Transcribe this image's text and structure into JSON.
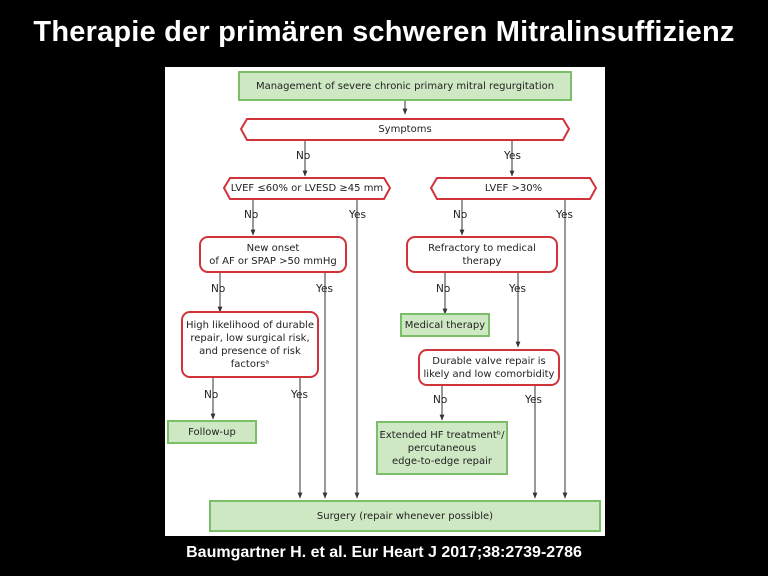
{
  "slide": {
    "title": "Therapie der primären schweren Mitralinsuffizienz",
    "citation": "Baumgartner H. et al. Eur Heart J 2017;38:2739-2786"
  },
  "colors": {
    "green_fill": "#cfe8c4",
    "green_border": "#7cbf6a",
    "red_border": "#d0343a"
  },
  "nodes": {
    "root": "Management of severe chronic primary mitral regurgitation",
    "symptoms": "Symptoms",
    "lvef_lvesd": "LVEF ≤60% or LVESD ≥45 mm",
    "lvef30": "LVEF >30%",
    "af_spap": "New onset\nof AF or SPAP >50 mmHg",
    "refractory": "Refractory to medical\ntherapy",
    "medical_therapy": "Medical therapy",
    "likelihood": "High likelihood of durable\nrepair, low surgical risk,\nand presence of risk\nfactorsᵃ",
    "durable": "Durable valve repair is\nlikely and low comorbidity",
    "follow_up": "Follow-up",
    "extended": "Extended HF treatmentᵇ/\npercutaneous\nedge-to-edge repair",
    "surgery": "Surgery (repair whenever possible)"
  },
  "answers": {
    "no": "No",
    "yes": "Yes"
  }
}
